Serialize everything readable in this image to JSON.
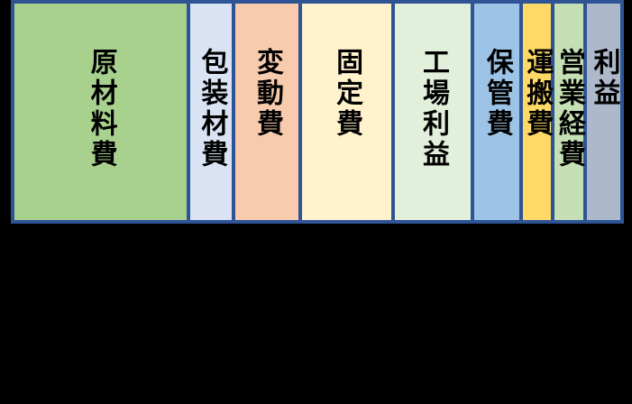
{
  "scene": {
    "background_color": "#000000",
    "description": "Cost structure stacked bar diagram (price breakdown)",
    "border_color": "#2F5496",
    "label_text_color": "#000000"
  },
  "bar": {
    "segments": [
      {
        "name": "bar-segment-raw-materials-cost",
        "label": "原材料費",
        "color": "#A9D18E",
        "width_pct": 29.9
      },
      {
        "name": "bar-segment-packaging-materials-cost",
        "label": "包装材費",
        "color": "#DAE3F3",
        "width_pct": 7.2
      },
      {
        "name": "bar-segment-variable-cost",
        "label": "変動費",
        "color": "#F8CBAD",
        "width_pct": 10.8
      },
      {
        "name": "bar-segment-fixed-cost",
        "label": "固定費",
        "color": "#FFF2CC",
        "width_pct": 15.5
      },
      {
        "name": "bar-segment-factory-profit",
        "label": "工場利益",
        "color": "#E2EFDA",
        "width_pct": 13.2
      },
      {
        "name": "bar-segment-storage-cost",
        "label": "保管費",
        "color": "#9DC3E6",
        "width_pct": 7.7
      },
      {
        "name": "bar-segment-transport-cost",
        "label": "運搬費",
        "color": "#FFD966",
        "width_pct": 4.9
      },
      {
        "name": "bar-segment-sales-expenses",
        "label": "営業経費",
        "color": "#C5E0B4",
        "width_pct": 5.0
      },
      {
        "name": "bar-segment-profit",
        "label": "利益",
        "color": "#ADB9CA",
        "width_pct": 5.8
      }
    ]
  }
}
